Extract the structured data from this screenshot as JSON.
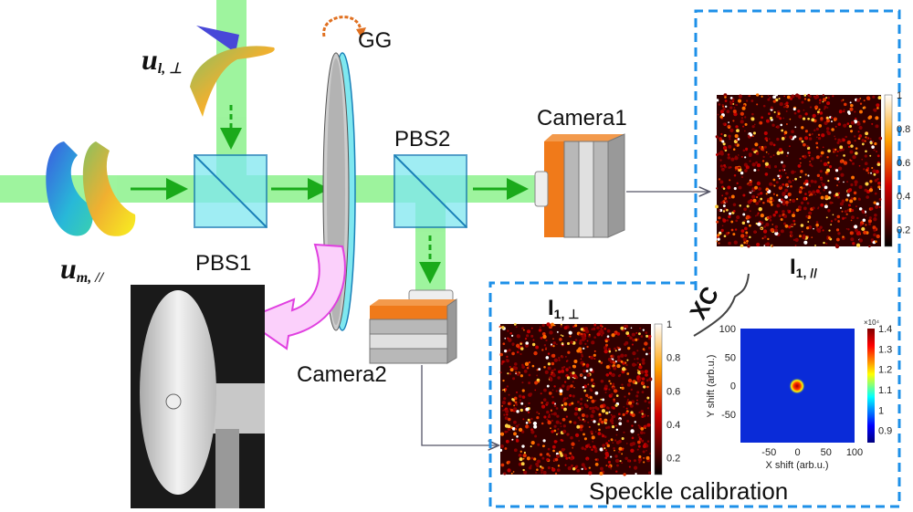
{
  "labels": {
    "u_l": "u",
    "u_l_sub": "l, ⊥",
    "u_m": "u",
    "u_m_sub": "m, //",
    "pbs1": "PBS1",
    "pbs2": "PBS2",
    "gg": "GG",
    "camera1": "Camera1",
    "camera2": "Camera2",
    "i_par": "I",
    "i_par_sub": "1, //",
    "i_perp": "I",
    "i_perp_sub": "1, ⊥",
    "xc": "XC",
    "speckle_calibration": "Speckle calibration"
  },
  "speckle_colorbar_ticks": [
    "1",
    "0.8",
    "0.6",
    "0.4",
    "0.2"
  ],
  "xc_plot": {
    "xlabel": "X shift (arb.u.)",
    "ylabel": "Y shift (arb.u.)",
    "xticks": [
      "-50",
      "0",
      "50",
      "100"
    ],
    "yticks": [
      "100",
      "50",
      "0",
      "-50"
    ],
    "colorbar_exponent": "×10⁴",
    "colorbar_ticks": [
      "1.4",
      "1.3",
      "1.2",
      "1.1",
      "1",
      "0.9"
    ]
  },
  "colors": {
    "beam": "#7df07d",
    "arrow": "#1aaa1a",
    "pbs": "#7fe8f0",
    "dashed_box": "#1e90e8",
    "camera_orange": "#f07a1a",
    "pink_arrow": "#f07af0"
  }
}
